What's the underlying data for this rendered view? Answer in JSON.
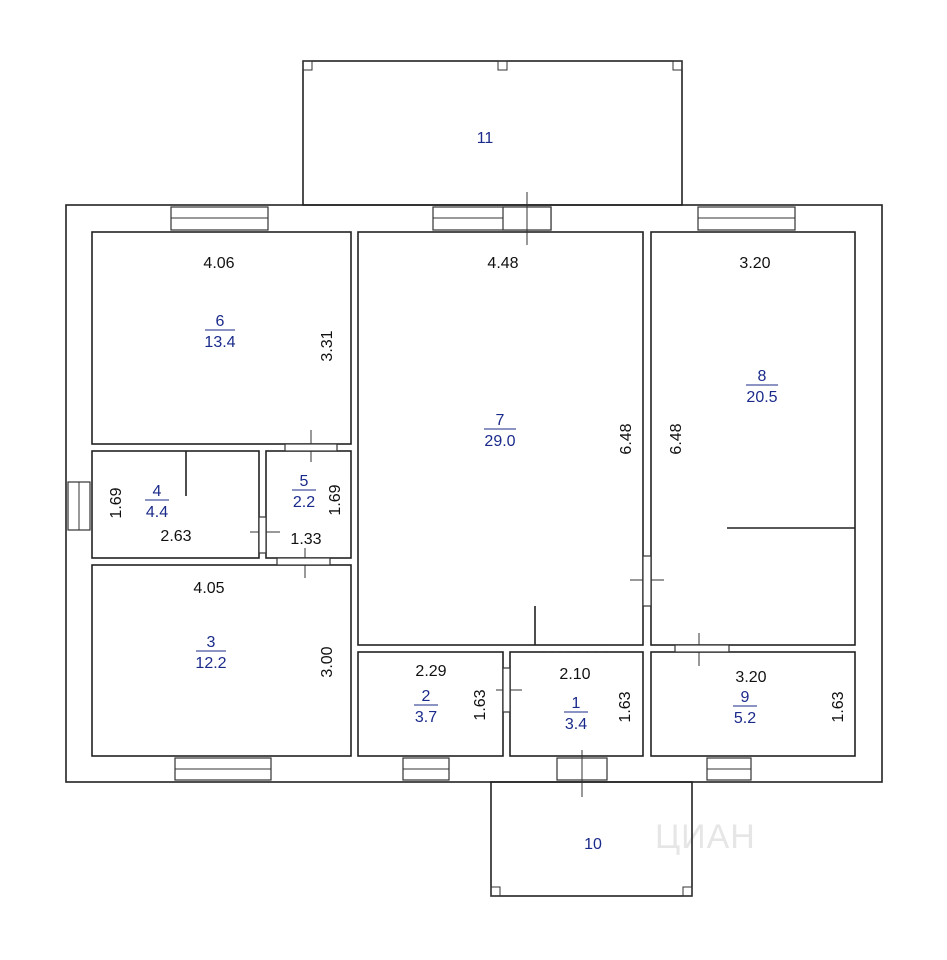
{
  "watermark": "ЦИАН",
  "rooms": {
    "r1": {
      "num": "1",
      "area": "3.4"
    },
    "r2": {
      "num": "2",
      "area": "3.7"
    },
    "r3": {
      "num": "3",
      "area": "12.2"
    },
    "r4": {
      "num": "4",
      "area": "4.4"
    },
    "r5": {
      "num": "5",
      "area": "2.2"
    },
    "r6": {
      "num": "6",
      "area": "13.4"
    },
    "r7": {
      "num": "7",
      "area": "29.0"
    },
    "r8": {
      "num": "8",
      "area": "20.5"
    },
    "r9": {
      "num": "9",
      "area": "5.2"
    },
    "r10": {
      "num": "10"
    },
    "r11": {
      "num": "11"
    }
  },
  "dims": {
    "r6_w": "4.06",
    "r6_h": "3.31",
    "r7_w": "4.48",
    "r7_h": "6.48",
    "r8_w": "3.20",
    "r8_h": "6.48",
    "r4_w": "2.63",
    "r4_h": "1.69",
    "r5_w": "1.33",
    "r5_h": "1.69",
    "r3_w": "4.05",
    "r3_h": "3.00",
    "r2_w": "2.29",
    "r2_h": "1.63",
    "r1_w": "2.10",
    "r1_h": "1.63",
    "r9_w": "3.20",
    "r9_h": "1.63"
  }
}
